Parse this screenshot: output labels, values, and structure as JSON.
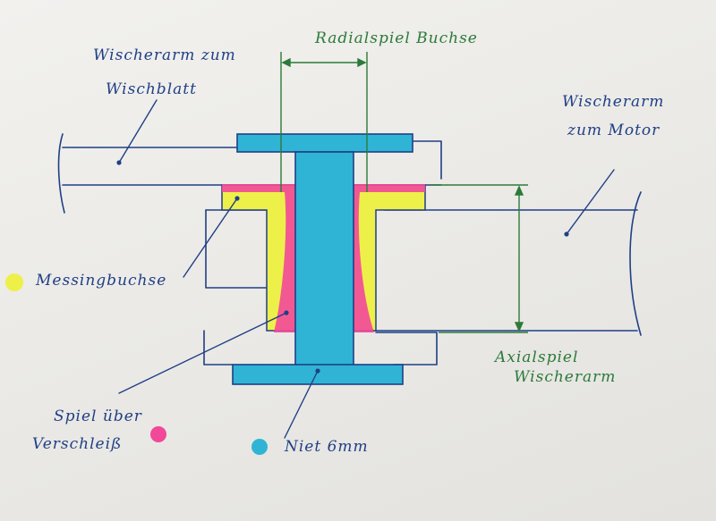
{
  "labels": {
    "radialspiel": "Radialspiel Buchse",
    "arm_blatt_1": "Wischerarm zum",
    "arm_blatt_2": "Wischblatt",
    "arm_motor_1": "Wischerarm",
    "arm_motor_2": "zum Motor",
    "messing": "Messingbuchse",
    "axialspiel_1": "Axialspiel",
    "axialspiel_2": "Wischerarm",
    "spiel_1": "Spiel über",
    "spiel_2": "Verschleiß",
    "niet": "Niet 6mm"
  },
  "colors": {
    "ink_blue": "#1f3f86",
    "ink_green": "#2c7a3a",
    "rivet_cyan": "#2fb4d6",
    "bushing_yellow": "#eef04a",
    "wear_pink": "#f2489a"
  }
}
